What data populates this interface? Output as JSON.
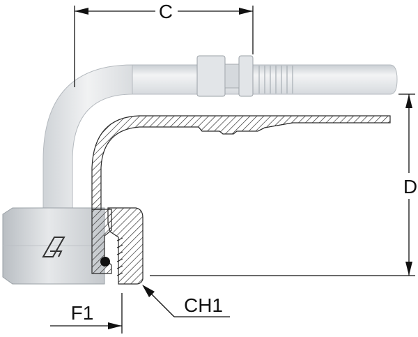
{
  "labels": {
    "c": "C",
    "d": "D",
    "f1": "F1",
    "ch1": "CH1"
  },
  "colors": {
    "metal_light": "#e9ebed",
    "metal_mid": "#cfd3d7",
    "metal_dark": "#9aa0a6",
    "section_fill": "#ffffff",
    "outline": "#2a2a2a",
    "hatch": "#333333"
  },
  "icons": [
    "brand-logo-icon",
    "o-ring-icon"
  ]
}
